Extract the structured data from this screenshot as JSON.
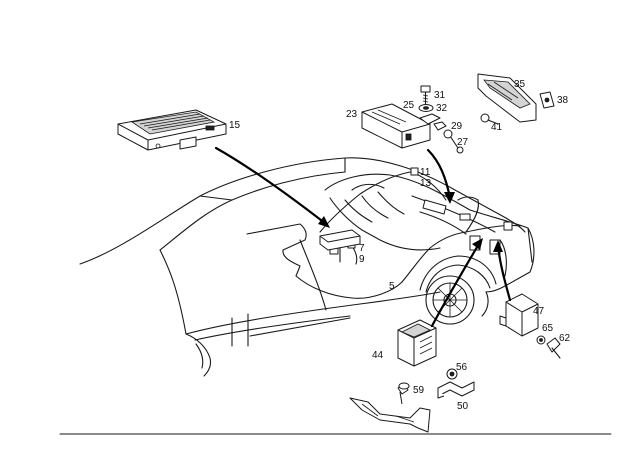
{
  "diagram": {
    "callouts": {
      "p5": "5",
      "p7": "7",
      "p9": "9",
      "p11": "11",
      "p13": "13",
      "p15": "15",
      "p23": "23",
      "p25": "25",
      "p27": "27",
      "p29": "29",
      "p31": "31",
      "p32": "32",
      "p35": "35",
      "p38": "38",
      "p41": "41",
      "p44": "44",
      "p47": "47",
      "p50": "50",
      "p56": "56",
      "p59": "59",
      "p62": "62",
      "p65": "65"
    }
  }
}
